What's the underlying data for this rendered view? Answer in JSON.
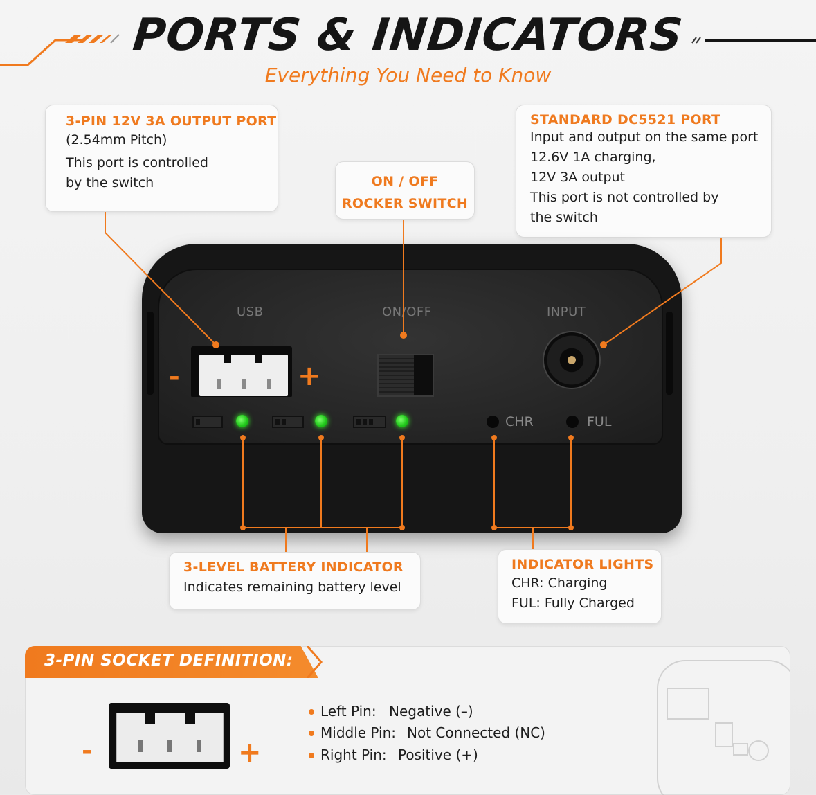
{
  "header": {
    "title": "PORTS & INDICATORS",
    "subtitle": "Everything You Need to Know"
  },
  "callouts": {
    "output_port": {
      "heading": "3-PIN 12V 3A OUTPUT PORT",
      "lines": [
        "(2.54mm Pitch)",
        "This port is controlled",
        "by the switch"
      ]
    },
    "switch": {
      "heading_lines": [
        "ON / OFF",
        "ROCKER SWITCH"
      ]
    },
    "dc_port": {
      "heading": "STANDARD DC5521 PORT",
      "lines": [
        "Input and output on the same port",
        "12.6V 1A charging,",
        "12V 3A output",
        "This port is not controlled by",
        "the switch"
      ]
    },
    "battery_indicator": {
      "heading": "3-LEVEL BATTERY INDICATOR",
      "lines": [
        "Indicates remaining battery level"
      ]
    },
    "indicator_lights": {
      "heading": "INDICATOR LIGHTS",
      "lines": [
        "CHR: Charging",
        "FUL: Fully Charged"
      ]
    }
  },
  "device": {
    "usb_label": "USB",
    "switch_label": "ON/OFF",
    "input_label": "INPUT",
    "minus": "-",
    "plus": "+",
    "chr_label": "CHR",
    "ful_label": "FUL"
  },
  "socket": {
    "title": "3-PIN SOCKET DEFINITION:",
    "minus": "-",
    "plus": "+",
    "pins": [
      {
        "label": "Left Pin:",
        "value": "Negative (–)"
      },
      {
        "label": "Middle Pin:",
        "value": "Not Connected (NC)"
      },
      {
        "label": "Right Pin:",
        "value": "Positive (+)"
      }
    ]
  },
  "colors": {
    "accent": "#f07a1e",
    "led_green": "#22c91c"
  }
}
